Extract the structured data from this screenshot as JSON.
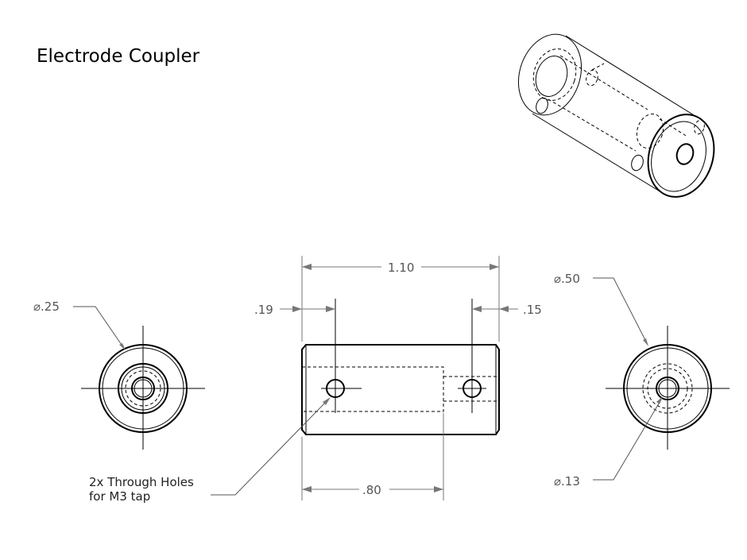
{
  "drawing": {
    "title": "Electrode Coupler"
  },
  "dimensions": {
    "overall_length": "1.10",
    "left_offset": ".19",
    "right_offset": ".15",
    "bore_depth": ".80",
    "bore_diameter": "⌀.25",
    "outer_diameter": "⌀.50",
    "small_hole_diameter": "⌀.13"
  },
  "notes": {
    "holes_line1": "2x Through Holes",
    "holes_line2": "for M3 tap"
  },
  "icons": {
    "isometric": "isometric-view-icon"
  }
}
